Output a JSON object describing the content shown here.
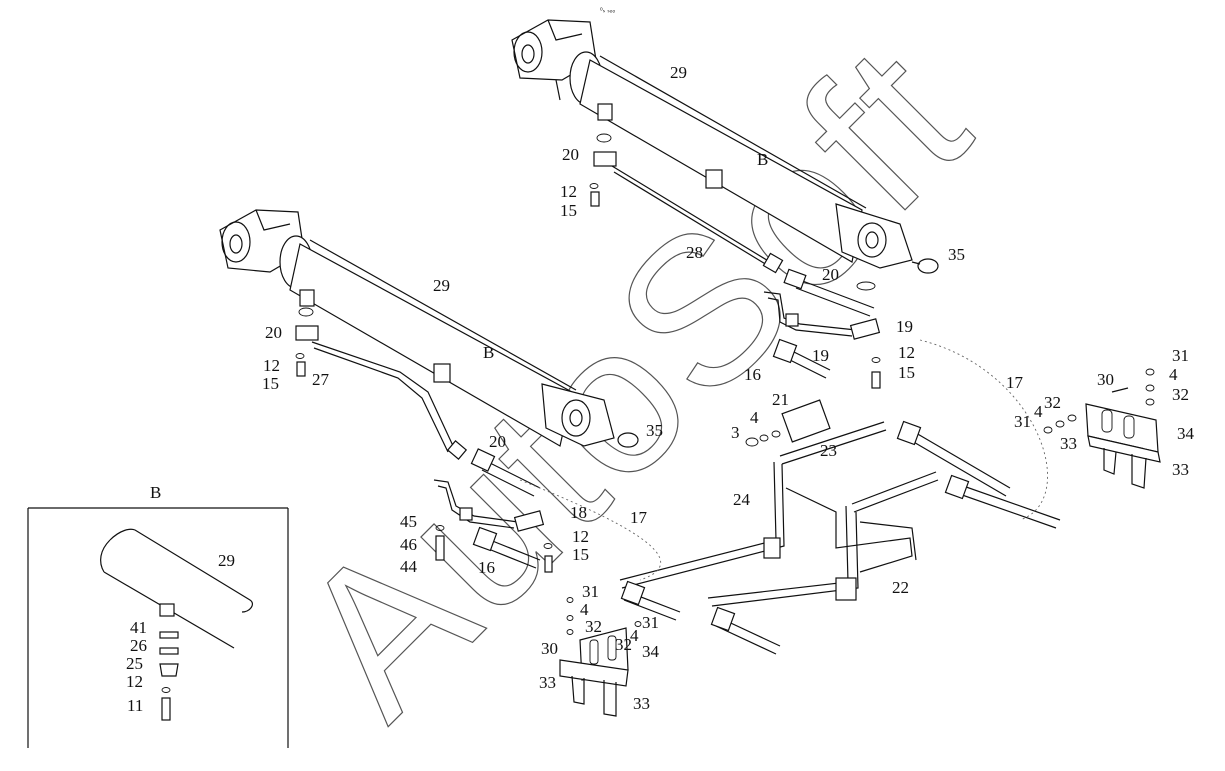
{
  "header_code": "ᵒₛ ₛₒₒ",
  "watermark": {
    "text": "AutoSoft",
    "color": "#555555"
  },
  "detail_view": {
    "title": "B",
    "cylinder_label": "29"
  },
  "callouts": [
    {
      "id": "c29a",
      "text": "29"
    },
    {
      "id": "c20a",
      "text": "20"
    },
    {
      "id": "cBa",
      "text": "B"
    },
    {
      "id": "c12a",
      "text": "12"
    },
    {
      "id": "c15a",
      "text": "15"
    },
    {
      "id": "c28",
      "text": "28"
    },
    {
      "id": "c20b",
      "text": "20"
    },
    {
      "id": "c35a",
      "text": "35"
    },
    {
      "id": "c19a",
      "text": "19"
    },
    {
      "id": "c19b",
      "text": "19"
    },
    {
      "id": "c12b",
      "text": "12"
    },
    {
      "id": "c16a",
      "text": "16"
    },
    {
      "id": "c15b",
      "text": "15"
    },
    {
      "id": "c17a",
      "text": "17"
    },
    {
      "id": "c29b",
      "text": "29"
    },
    {
      "id": "c20c",
      "text": "20"
    },
    {
      "id": "cBb",
      "text": "B"
    },
    {
      "id": "c12c",
      "text": "12"
    },
    {
      "id": "c15c",
      "text": "15"
    },
    {
      "id": "c27",
      "text": "27"
    },
    {
      "id": "c35b",
      "text": "35"
    },
    {
      "id": "c20d",
      "text": "20"
    },
    {
      "id": "c18",
      "text": "18"
    },
    {
      "id": "c17b",
      "text": "17"
    },
    {
      "id": "c12d",
      "text": "12"
    },
    {
      "id": "c15d",
      "text": "15"
    },
    {
      "id": "c45",
      "text": "45"
    },
    {
      "id": "c46",
      "text": "46"
    },
    {
      "id": "c44",
      "text": "44"
    },
    {
      "id": "c16b",
      "text": "16"
    },
    {
      "id": "c21",
      "text": "21"
    },
    {
      "id": "c4a",
      "text": "4"
    },
    {
      "id": "c3",
      "text": "3"
    },
    {
      "id": "c23",
      "text": "23"
    },
    {
      "id": "c24",
      "text": "24"
    },
    {
      "id": "c22",
      "text": "22"
    },
    {
      "id": "c30a",
      "text": "30"
    },
    {
      "id": "c31a",
      "text": "31"
    },
    {
      "id": "c4b",
      "text": "4"
    },
    {
      "id": "c32a",
      "text": "32"
    },
    {
      "id": "c31b",
      "text": "31"
    },
    {
      "id": "c4c",
      "text": "4"
    },
    {
      "id": "c32b",
      "text": "32"
    },
    {
      "id": "c34a",
      "text": "34"
    },
    {
      "id": "c33a",
      "text": "33"
    },
    {
      "id": "c33b",
      "text": "33"
    },
    {
      "id": "c31c",
      "text": "31"
    },
    {
      "id": "c4d",
      "text": "4"
    },
    {
      "id": "c32c",
      "text": "32"
    },
    {
      "id": "c31d",
      "text": "31"
    },
    {
      "id": "c4e",
      "text": "4"
    },
    {
      "id": "c32d",
      "text": "32"
    },
    {
      "id": "c30b",
      "text": "30"
    },
    {
      "id": "c34b",
      "text": "34"
    },
    {
      "id": "c33c",
      "text": "33"
    },
    {
      "id": "c33d",
      "text": "33"
    },
    {
      "id": "c41",
      "text": "41"
    },
    {
      "id": "c26",
      "text": "26"
    },
    {
      "id": "c25",
      "text": "25"
    },
    {
      "id": "c12e",
      "text": "12"
    },
    {
      "id": "c11",
      "text": "11"
    }
  ]
}
